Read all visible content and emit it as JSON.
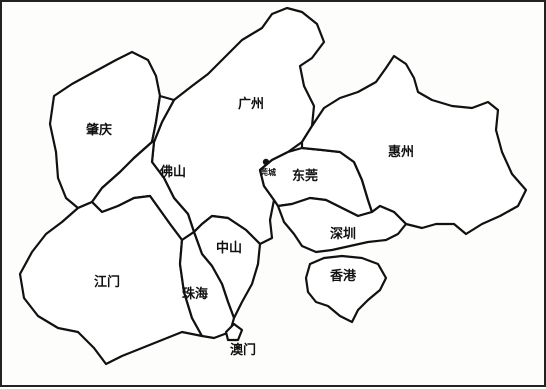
{
  "map": {
    "regions": [
      {
        "id": "zhaoqing",
        "name": "肇庆"
      },
      {
        "id": "foshan",
        "name": "佛山"
      },
      {
        "id": "guangzhou",
        "name": "广州"
      },
      {
        "id": "huizhou",
        "name": "惠州"
      },
      {
        "id": "dongguan",
        "name": "东莞"
      },
      {
        "id": "shenzhen",
        "name": "深圳"
      },
      {
        "id": "hongkong",
        "name": "香港"
      },
      {
        "id": "zhongshan",
        "name": "中山"
      },
      {
        "id": "jiangmen",
        "name": "江门"
      },
      {
        "id": "zhuhai",
        "name": "珠海"
      },
      {
        "id": "macau",
        "name": "澳门"
      }
    ],
    "point_label": "莞城"
  }
}
